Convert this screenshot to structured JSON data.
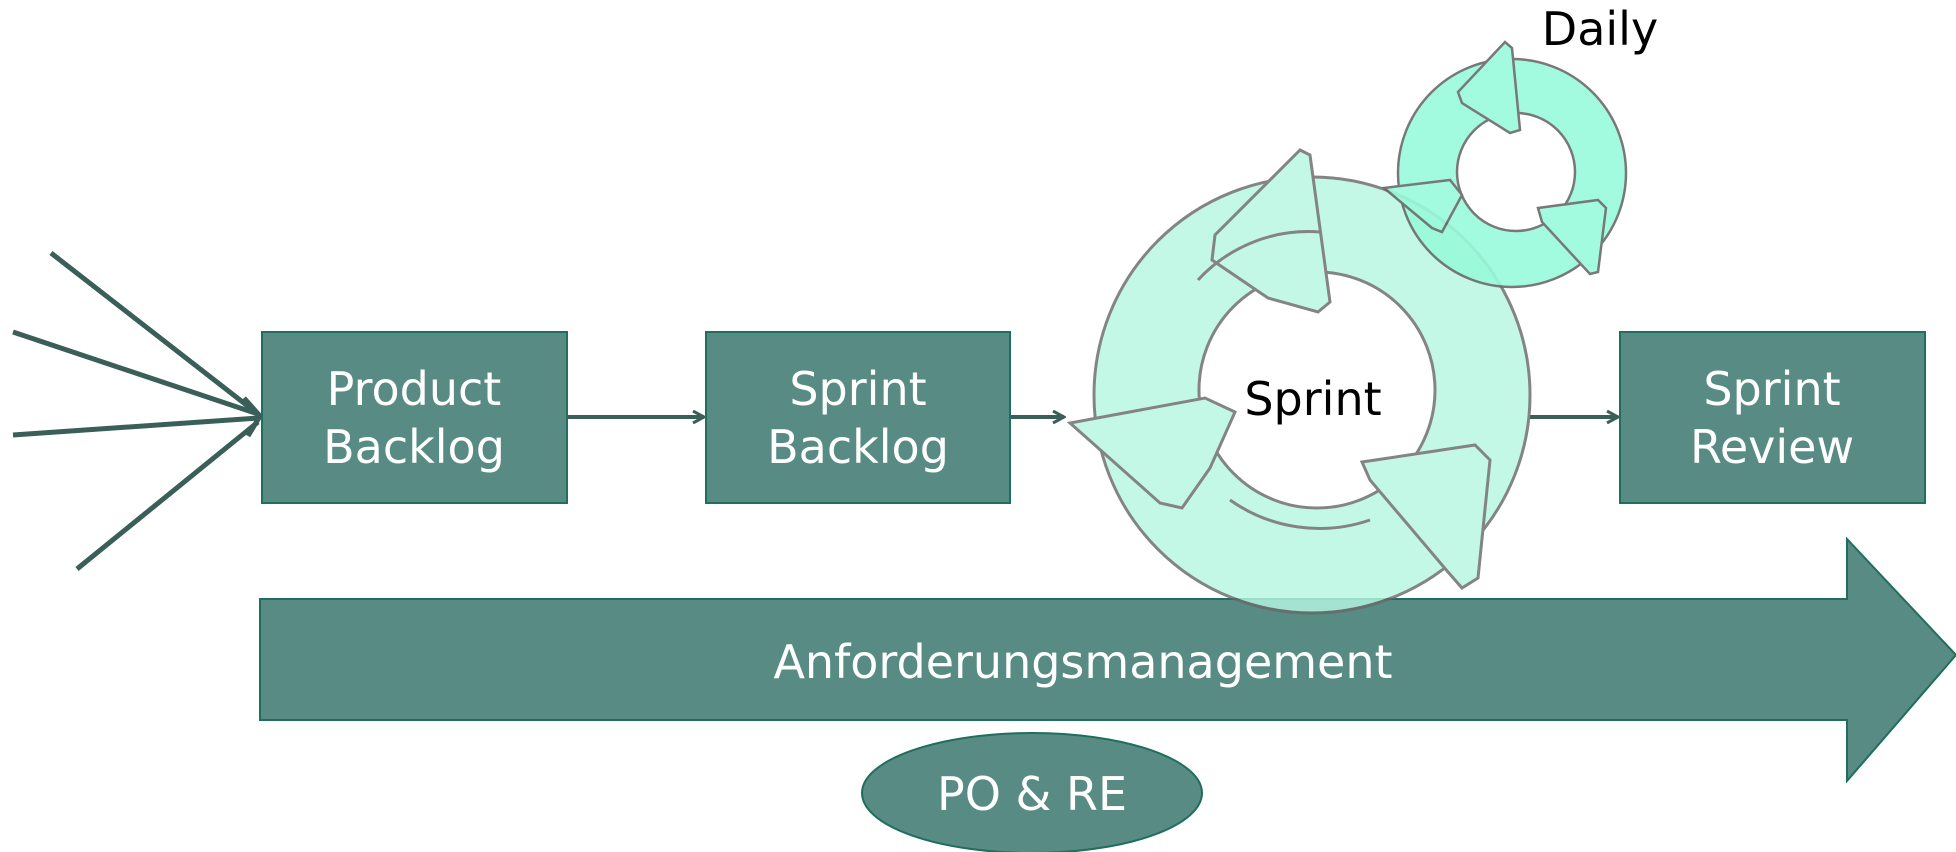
{
  "colors": {
    "box_fill": "#578b83",
    "box_stroke": "#1f6e5e",
    "line": "#3a5f58",
    "sprint_cycle": "#b5f7e0",
    "daily_cycle": "#98fbdb",
    "cycle_stroke": "#6a6a6a",
    "text_light": "#ffffff",
    "text_dark": "#000000"
  },
  "boxes": {
    "product_backlog": {
      "line1": "Product",
      "line2": "Backlog"
    },
    "sprint_backlog": {
      "line1": "Sprint",
      "line2": "Backlog"
    },
    "sprint_review": {
      "line1": "Sprint",
      "line2": "Review"
    }
  },
  "cycles": {
    "sprint_label": "Sprint",
    "daily_label": "Daily"
  },
  "band": {
    "label": "Anforderungsmanagement"
  },
  "roles": {
    "label": "PO & RE"
  }
}
